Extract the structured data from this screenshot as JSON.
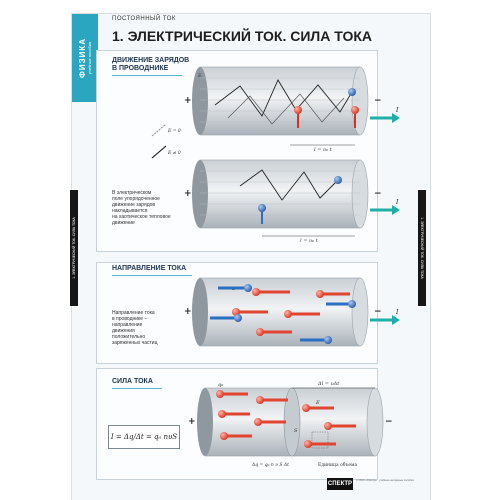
{
  "sidebar": {
    "subject": "ФИЗИКА",
    "subtitle": "учебные пособия"
  },
  "header": {
    "topic": "ПОСТОЯННЫЙ ТОК",
    "title": "1. ЭЛЕКТРИЧЕСКИЙ ТОК. СИЛА ТОКА"
  },
  "edge_tabs": {
    "left": "1. ЭЛЕКТРИЧЕСКИЙ ТОК. СИЛА ТОКА",
    "right": "1. ЭЛЕКТРИЧЕСКИЙ ТОК. СИЛА ТОКА"
  },
  "section1": {
    "title_line1": "ДВИЖЕНИЕ ЗАРЯДОВ",
    "title_line2": "В ПРОВОДНИКЕ",
    "legend_e0": "E = 0",
    "legend_ene0": "E ≠ 0",
    "note": [
      "В электрическом",
      "поле упорядоченное",
      "движение зарядов",
      "накладывается",
      "на хаотическое тепловое",
      "движение"
    ],
    "label_E": "E",
    "label_plus": "+",
    "label_minus": "−",
    "label_I": "I",
    "dist1": "l = υ₀ t",
    "dist2": "l = υ₀ t"
  },
  "section2": {
    "title": "НАПРАВЛЕНИЕ ТОКА",
    "note": [
      "Направление тока",
      "в проводнике –",
      "направление",
      "движения",
      "положительно",
      "заряженных частиц"
    ],
    "label_plus": "+",
    "label_minus": "−",
    "label_I": "I",
    "label_E": "E"
  },
  "section3": {
    "title": "СИЛА ТОКА",
    "formula": "I = Δq/Δt = q₀ nυS",
    "label_q0": "q₀",
    "label_dl": "Δl = υΔt",
    "label_S": "S",
    "label_E": "E",
    "label_dq": "Δq = q₀ n υ S Δt",
    "unit_volume": "Единица объема",
    "label_plus": "+",
    "label_minus": "−"
  },
  "footer": {
    "logo": "СПЕКТР",
    "fine_print": "© ООО «Спектр» · учебные наглядные пособия"
  },
  "colors": {
    "accent": "#2aa6c0",
    "positive": "#e2452f",
    "negative": "#2b6fc2",
    "current_arrow": "#1eb0a8"
  }
}
